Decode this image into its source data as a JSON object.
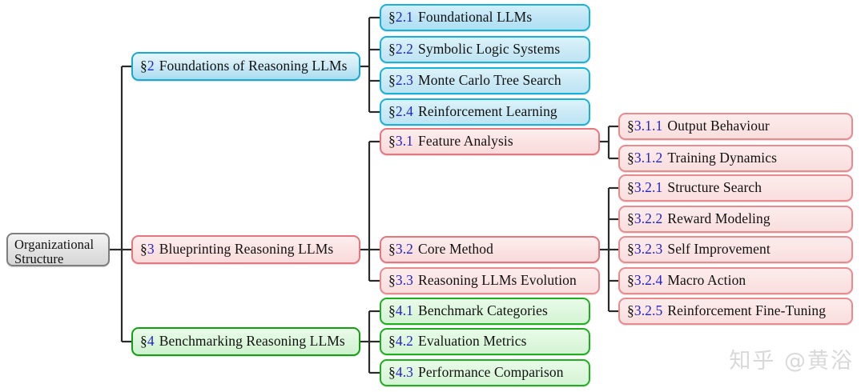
{
  "diagram": {
    "type": "mind-map",
    "title": "Organizational Structure",
    "root": {
      "line1": "Organizational",
      "line2": "Structure"
    },
    "watermark": "知乎 @黄浴",
    "colors": {
      "root_border": "#7d7d7d",
      "root_fill": "#e6e6e6",
      "branch2_border": "#17b2d8",
      "branch2_fill": "#cbeaf6",
      "branch3_border": "#e98a8f",
      "branch3_fill": "#fbe4e4",
      "branch4_border": "#1eae1e",
      "branch4_fill": "#ddf7dd",
      "section_number": "#2222cc",
      "label_text": "#111111",
      "connector": "#2b2b2b",
      "watermark": "#d9d9d9"
    },
    "branches": [
      {
        "id": "s2",
        "num": "§2",
        "label": "Foundations of Reasoning LLMs",
        "children": [
          {
            "id": "s2_1",
            "num": "§2.1",
            "label": "Foundational LLMs"
          },
          {
            "id": "s2_2",
            "num": "§2.2",
            "label": "Symbolic Logic Systems"
          },
          {
            "id": "s2_3",
            "num": "§2.3",
            "label": "Monte Carlo Tree Search"
          },
          {
            "id": "s2_4",
            "num": "§2.4",
            "label": "Reinforcement Learning"
          }
        ]
      },
      {
        "id": "s3",
        "num": "§3",
        "label": "Blueprinting Reasoning LLMs",
        "children": [
          {
            "id": "s3_1",
            "num": "§3.1",
            "label": "Feature Analysis",
            "children": [
              {
                "id": "s3_1_1",
                "num": "§3.1.1",
                "label": "Output Behaviour"
              },
              {
                "id": "s3_1_2",
                "num": "§3.1.2",
                "label": "Training Dynamics"
              }
            ]
          },
          {
            "id": "s3_2",
            "num": "§3.2",
            "label": "Core Method",
            "children": [
              {
                "id": "s3_2_1",
                "num": "§3.2.1",
                "label": "Structure Search"
              },
              {
                "id": "s3_2_2",
                "num": "§3.2.2",
                "label": "Reward Modeling"
              },
              {
                "id": "s3_2_3",
                "num": "§3.2.3",
                "label": "Self Improvement"
              },
              {
                "id": "s3_2_4",
                "num": "§3.2.4",
                "label": "Macro Action"
              },
              {
                "id": "s3_2_5",
                "num": "§3.2.5",
                "label": "Reinforcement Fine-Tuning"
              }
            ]
          },
          {
            "id": "s3_3",
            "num": "§3.3",
            "label": "Reasoning LLMs Evolution"
          }
        ]
      },
      {
        "id": "s4",
        "num": "§4",
        "label": "Benchmarking Reasoning LLMs",
        "children": [
          {
            "id": "s4_1",
            "num": "§4.1",
            "label": "Benchmark Categories"
          },
          {
            "id": "s4_2",
            "num": "§4.2",
            "label": "Evaluation Metrics"
          },
          {
            "id": "s4_3",
            "num": "§4.3",
            "label": "Performance Comparison"
          }
        ]
      }
    ]
  }
}
